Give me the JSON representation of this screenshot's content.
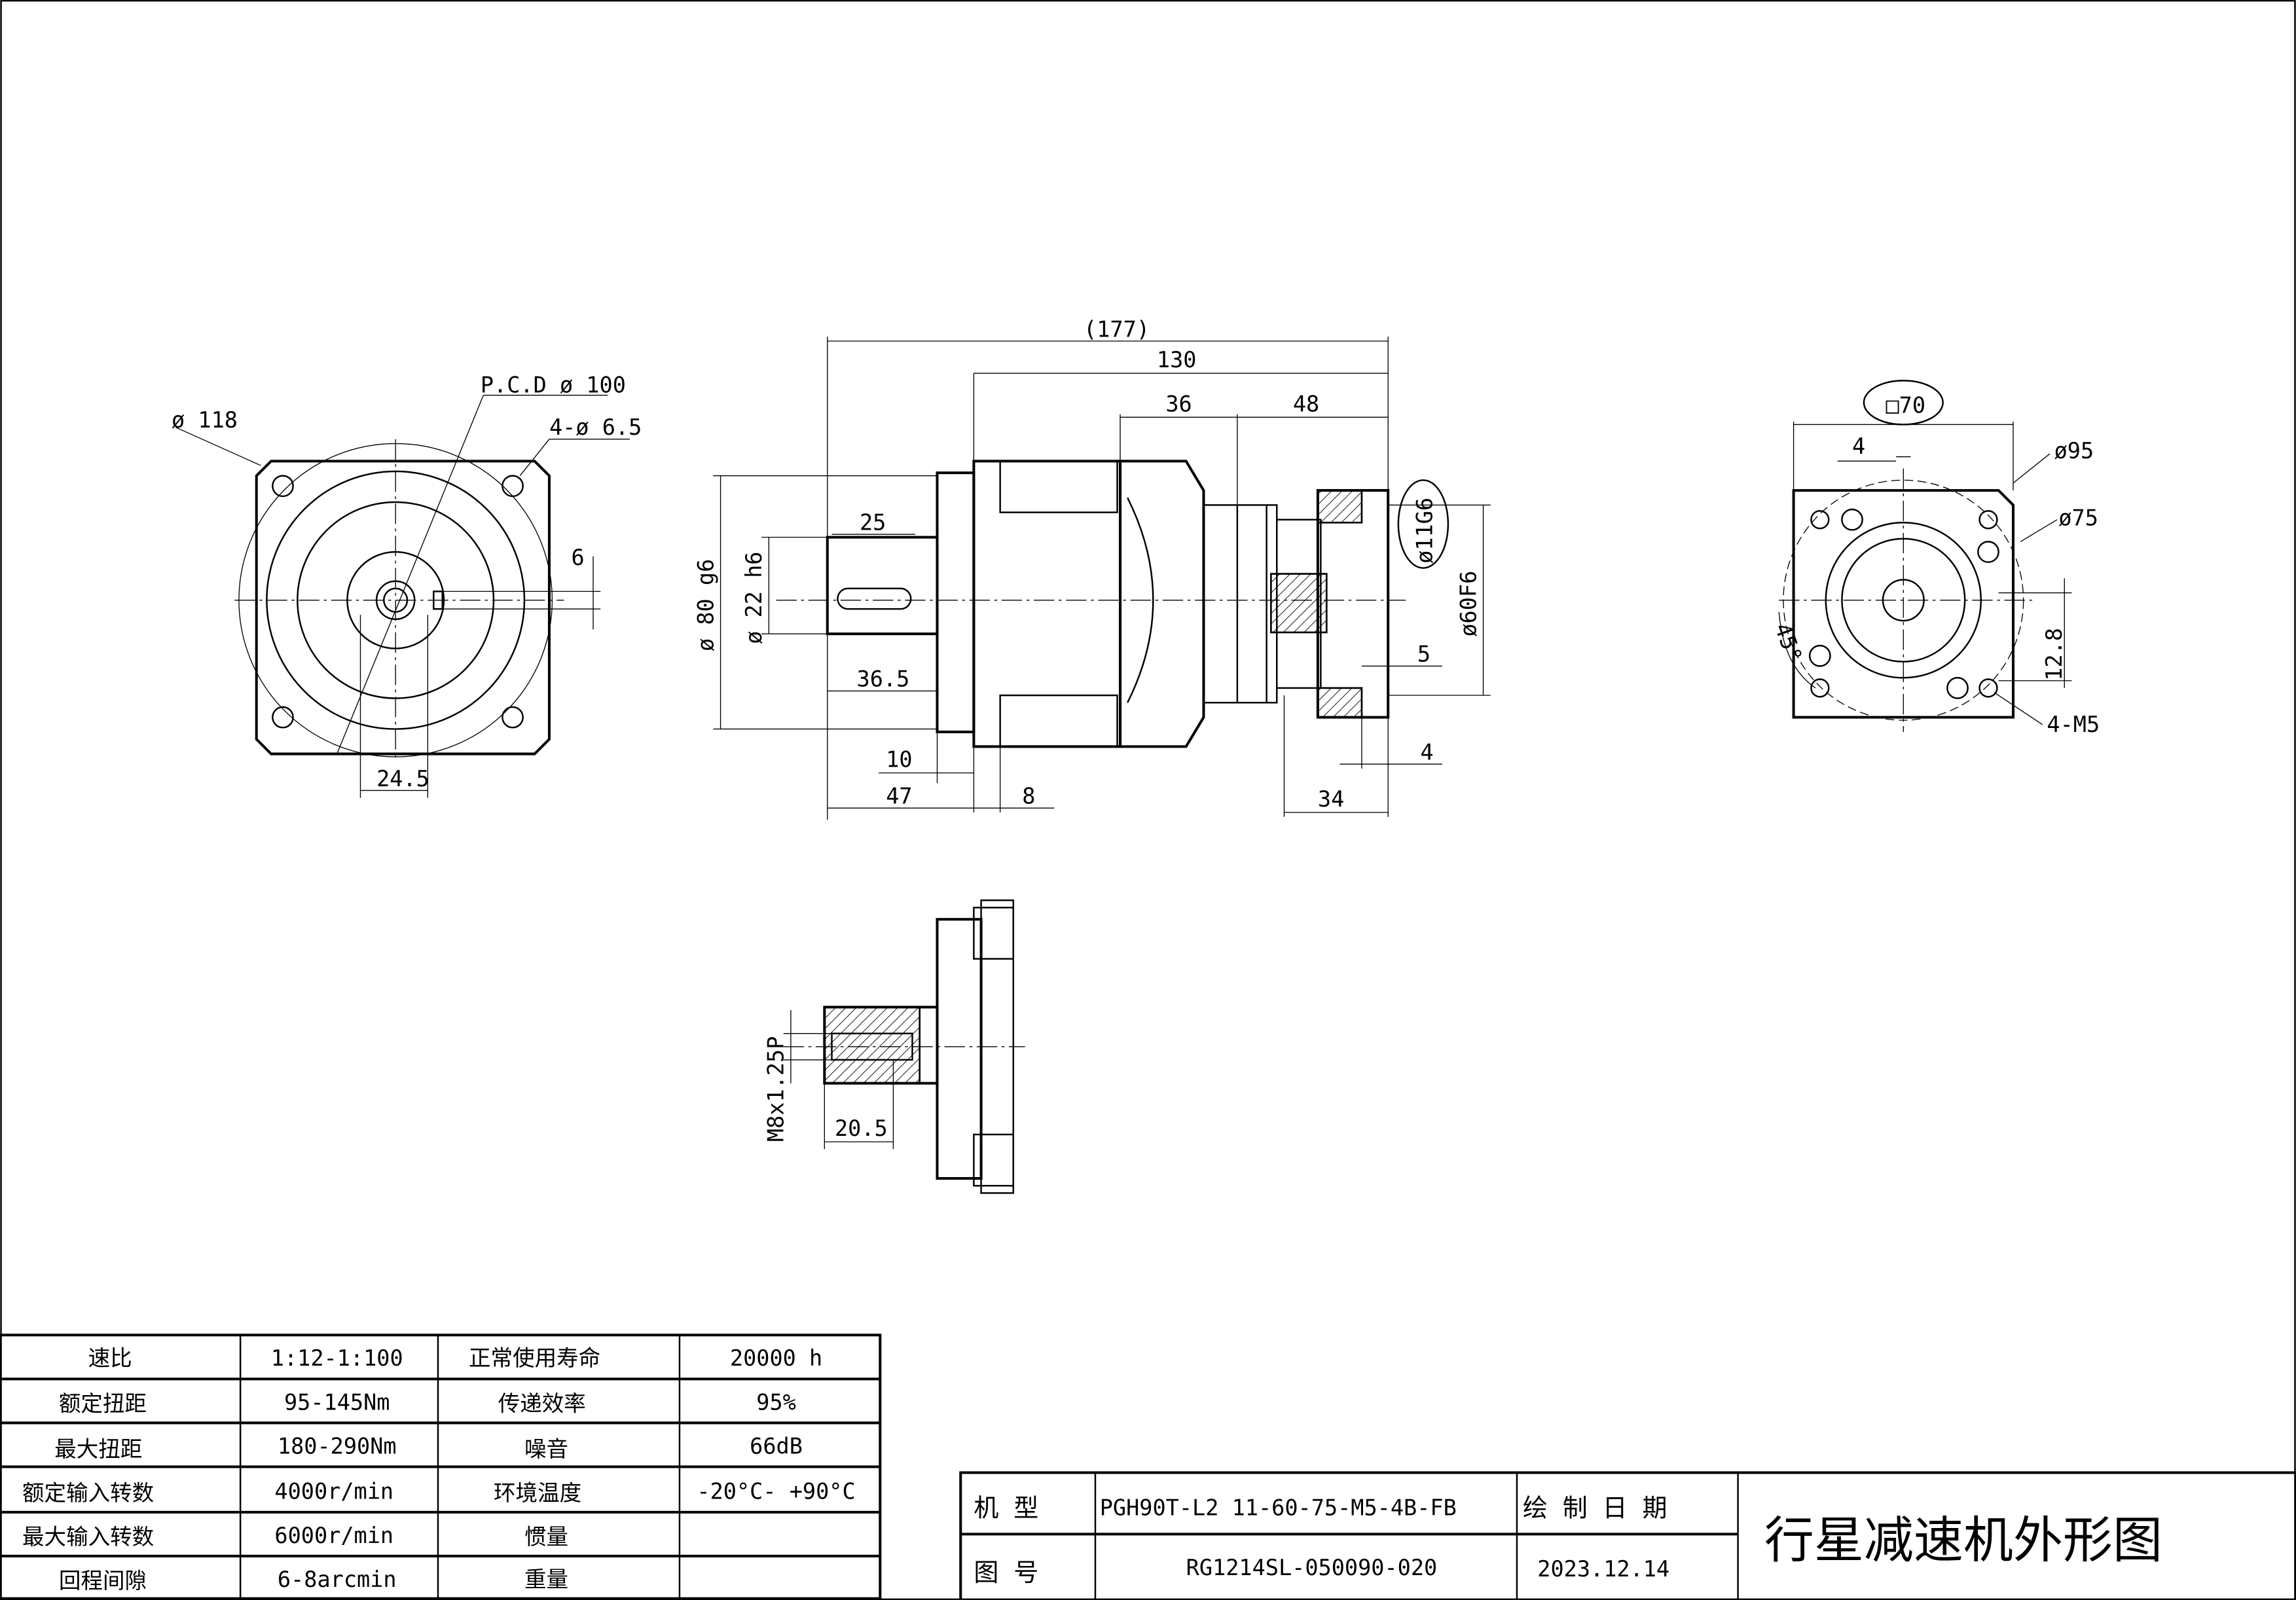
{
  "front_view": {
    "dims": {
      "d118": "ø 118",
      "pcd": "P.C.D  ø 100",
      "holes": "4-ø 6.5",
      "key6": "6",
      "w245": "24.5"
    }
  },
  "side_view": {
    "dims": {
      "d177": "(177)",
      "d130": "130",
      "d36": "36",
      "d48": "48",
      "d25": "25",
      "d80": "ø 80 g6",
      "d22": "ø 22 h6",
      "d365": "36.5",
      "d10": "10",
      "d47": "47",
      "d8": "8",
      "d34": "34",
      "d4": "4",
      "d5": "5",
      "d11": "ø11G6",
      "d60": "ø60F6"
    }
  },
  "rear_view": {
    "dims": {
      "sq70": "□70",
      "d4": "4",
      "d95": "ø95",
      "d75": "ø75",
      "a45": "45°",
      "d128": "12.8",
      "m5": "4-M5"
    }
  },
  "detail_view": {
    "dims": {
      "thread": "M8x1.25P",
      "d205": "20.5"
    }
  },
  "spec_table": {
    "rows": [
      [
        "速比",
        "1:12-1:100",
        "正常使用寿命",
        "20000  h"
      ],
      [
        "额定扭距",
        "95-145Nm",
        "传递效率",
        "95%"
      ],
      [
        "最大扭距",
        "180-290Nm",
        "噪音",
        "66dB"
      ],
      [
        "额定输入转数",
        "4000r/min",
        "环境温度",
        "-20°C-  +90°C"
      ],
      [
        "最大输入转数",
        "6000r/min",
        "惯量",
        ""
      ],
      [
        "回程间隙",
        "6-8arcmin",
        "重量",
        ""
      ]
    ]
  },
  "title_block": {
    "model_label": "机 型",
    "model_value": "PGH90T-L2 11-60-75-M5-4B-FB",
    "date_label": "绘 制 日 期",
    "drawing_no_label": "图 号",
    "drawing_no_value": "RG1214SL-050090-020",
    "date_value": "2023.12.14",
    "title": "行星减速机外形图"
  }
}
